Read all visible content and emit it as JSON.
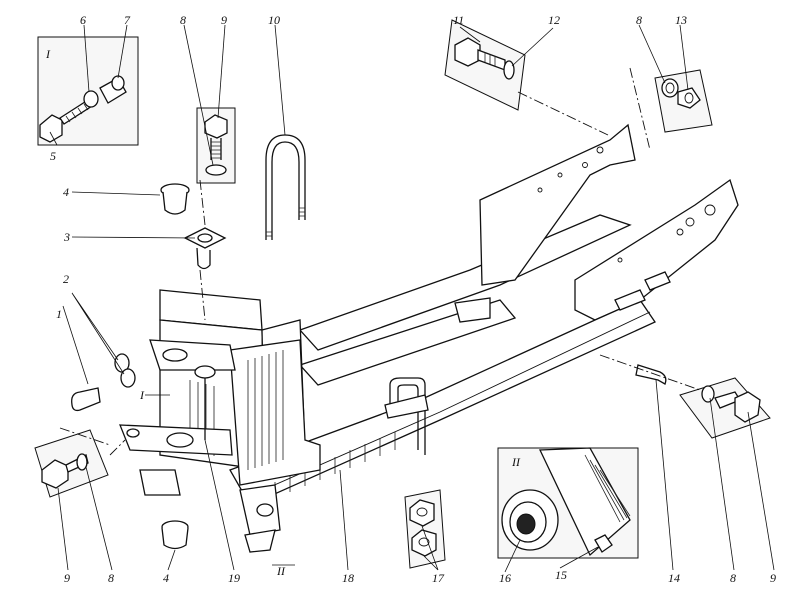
{
  "diagram": {
    "callouts": [
      {
        "id": "c1",
        "text": "1"
      },
      {
        "id": "c2",
        "text": "2"
      },
      {
        "id": "c3",
        "text": "3"
      },
      {
        "id": "c4a",
        "text": "4"
      },
      {
        "id": "c4b",
        "text": "4"
      },
      {
        "id": "c5",
        "text": "5"
      },
      {
        "id": "c6",
        "text": "6"
      },
      {
        "id": "c7",
        "text": "7"
      },
      {
        "id": "c8a",
        "text": "8"
      },
      {
        "id": "c8b",
        "text": "8"
      },
      {
        "id": "c8c",
        "text": "8"
      },
      {
        "id": "c8d",
        "text": "8"
      },
      {
        "id": "c9a",
        "text": "9"
      },
      {
        "id": "c9b",
        "text": "9"
      },
      {
        "id": "c9c",
        "text": "9"
      },
      {
        "id": "c10",
        "text": "10"
      },
      {
        "id": "c11",
        "text": "11"
      },
      {
        "id": "c12",
        "text": "12"
      },
      {
        "id": "c13",
        "text": "13"
      },
      {
        "id": "c14",
        "text": "14"
      },
      {
        "id": "c15",
        "text": "15"
      },
      {
        "id": "c16",
        "text": "16"
      },
      {
        "id": "c17",
        "text": "17"
      },
      {
        "id": "c18",
        "text": "18"
      },
      {
        "id": "c19",
        "text": "19"
      }
    ],
    "view_labels": {
      "inset_one": "I",
      "inset_two": "II",
      "marker_one": "I",
      "marker_two": "II"
    }
  }
}
